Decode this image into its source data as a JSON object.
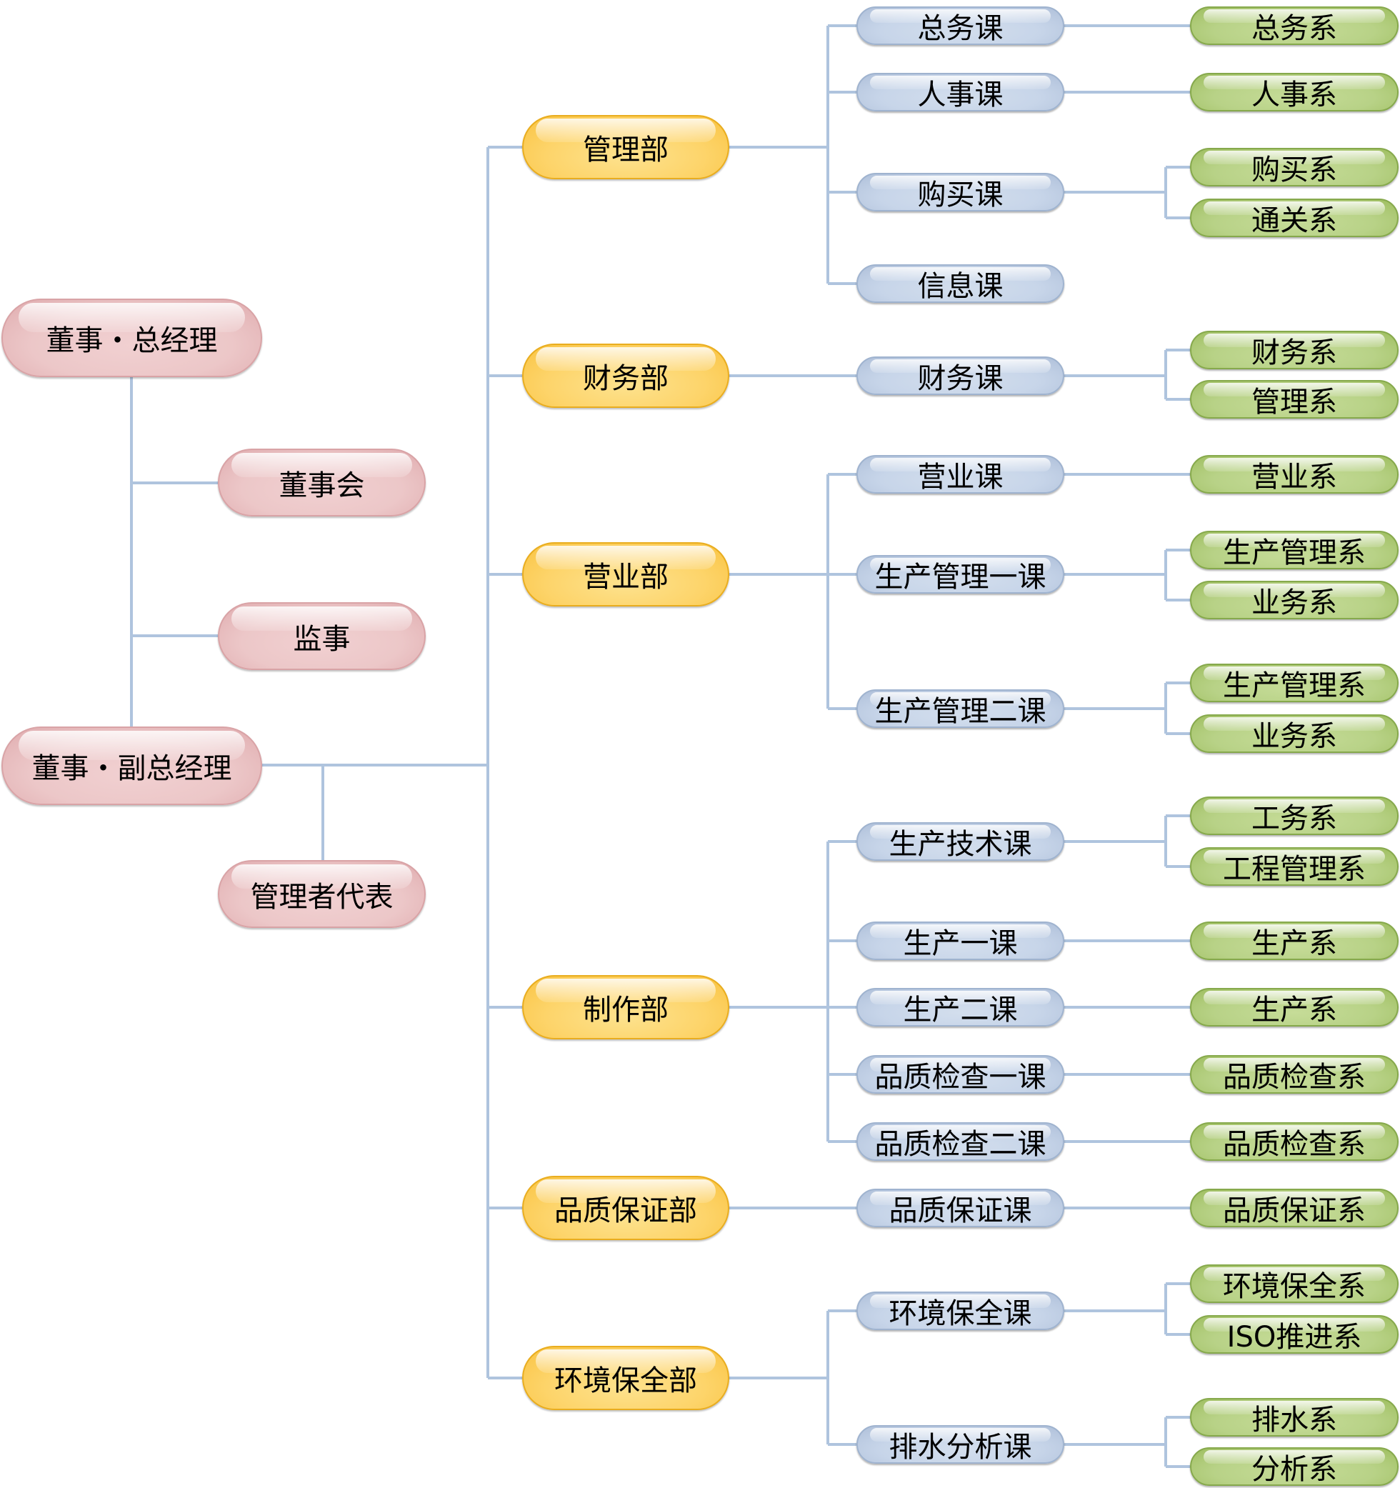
{
  "colors": {
    "connector": "#afc4de",
    "executive_node": "#ecc7c8",
    "department_node": "#fdd46a",
    "section_node": "#c7d5e9",
    "unit_node": "#b8d287"
  },
  "executives": [
    {
      "id": "president",
      "label": "董事・总经理"
    },
    {
      "id": "board",
      "label": "董事会"
    },
    {
      "id": "supervisor",
      "label": "监事"
    },
    {
      "id": "vice_president",
      "label": "董事・副总经理"
    },
    {
      "id": "mgmt_rep",
      "label": "管理者代表"
    }
  ],
  "departments": [
    {
      "label": "管理部",
      "sections": [
        {
          "label": "总务课",
          "units": [
            "总务系"
          ]
        },
        {
          "label": "人事课",
          "units": [
            "人事系"
          ]
        },
        {
          "label": "购买课",
          "units": [
            "购买系",
            "通关系"
          ]
        },
        {
          "label": "信息课",
          "units": []
        }
      ]
    },
    {
      "label": "财务部",
      "sections": [
        {
          "label": "财务课",
          "units": [
            "财务系",
            "管理系"
          ]
        }
      ]
    },
    {
      "label": "营业部",
      "sections": [
        {
          "label": "营业课",
          "units": [
            "营业系"
          ]
        },
        {
          "label": "生产管理一课",
          "units": [
            "生产管理系",
            "业务系"
          ]
        },
        {
          "label": "生产管理二课",
          "units": [
            "生产管理系",
            "业务系"
          ]
        }
      ]
    },
    {
      "label": "制作部",
      "sections": [
        {
          "label": "生产技术课",
          "units": [
            "工务系",
            "工程管理系"
          ]
        },
        {
          "label": "生产一课",
          "units": [
            "生产系"
          ]
        },
        {
          "label": "生产二课",
          "units": [
            "生产系"
          ]
        },
        {
          "label": "品质检查一课",
          "units": [
            "品质检查系"
          ]
        },
        {
          "label": "品质检查二课",
          "units": [
            "品质检查系"
          ]
        }
      ]
    },
    {
      "label": "品质保证部",
      "sections": [
        {
          "label": "品质保证课",
          "units": [
            "品质保证系"
          ]
        }
      ]
    },
    {
      "label": "环境保全部",
      "sections": [
        {
          "label": "环境保全课",
          "units": [
            "环境保全系",
            "ISO推进系"
          ]
        },
        {
          "label": "排水分析课",
          "units": [
            "排水系",
            "分析系"
          ]
        }
      ]
    }
  ]
}
